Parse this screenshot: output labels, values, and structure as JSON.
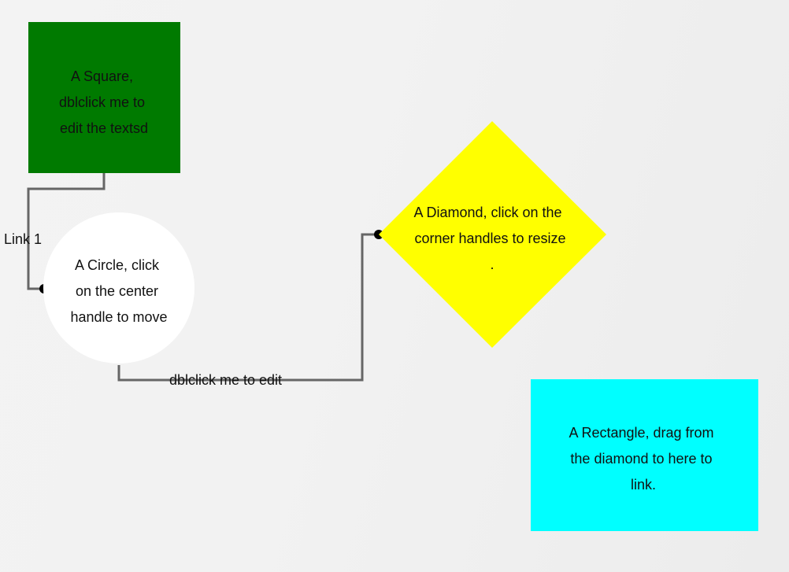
{
  "diagram": {
    "nodes": {
      "square": {
        "lines": [
          "A Square,",
          "dblclick me to",
          "edit the textsd"
        ],
        "color": "#007a00"
      },
      "circle": {
        "lines": [
          "A Circle, click",
          "on the center",
          "handle to move"
        ],
        "color": "#ffffff"
      },
      "diamond": {
        "lines": [
          "A Diamond, click on the",
          "corner handles to resize",
          "."
        ],
        "color": "#ffff00"
      },
      "rectangle": {
        "lines": [
          "A Rectangle, drag from",
          "the diamond to here to",
          "link."
        ],
        "color": "#00ffff"
      }
    },
    "links": {
      "link1": {
        "label": "Link 1",
        "color": "#666666"
      },
      "link2": {
        "label": "dblclick me to edit",
        "color": "#666666"
      }
    }
  }
}
